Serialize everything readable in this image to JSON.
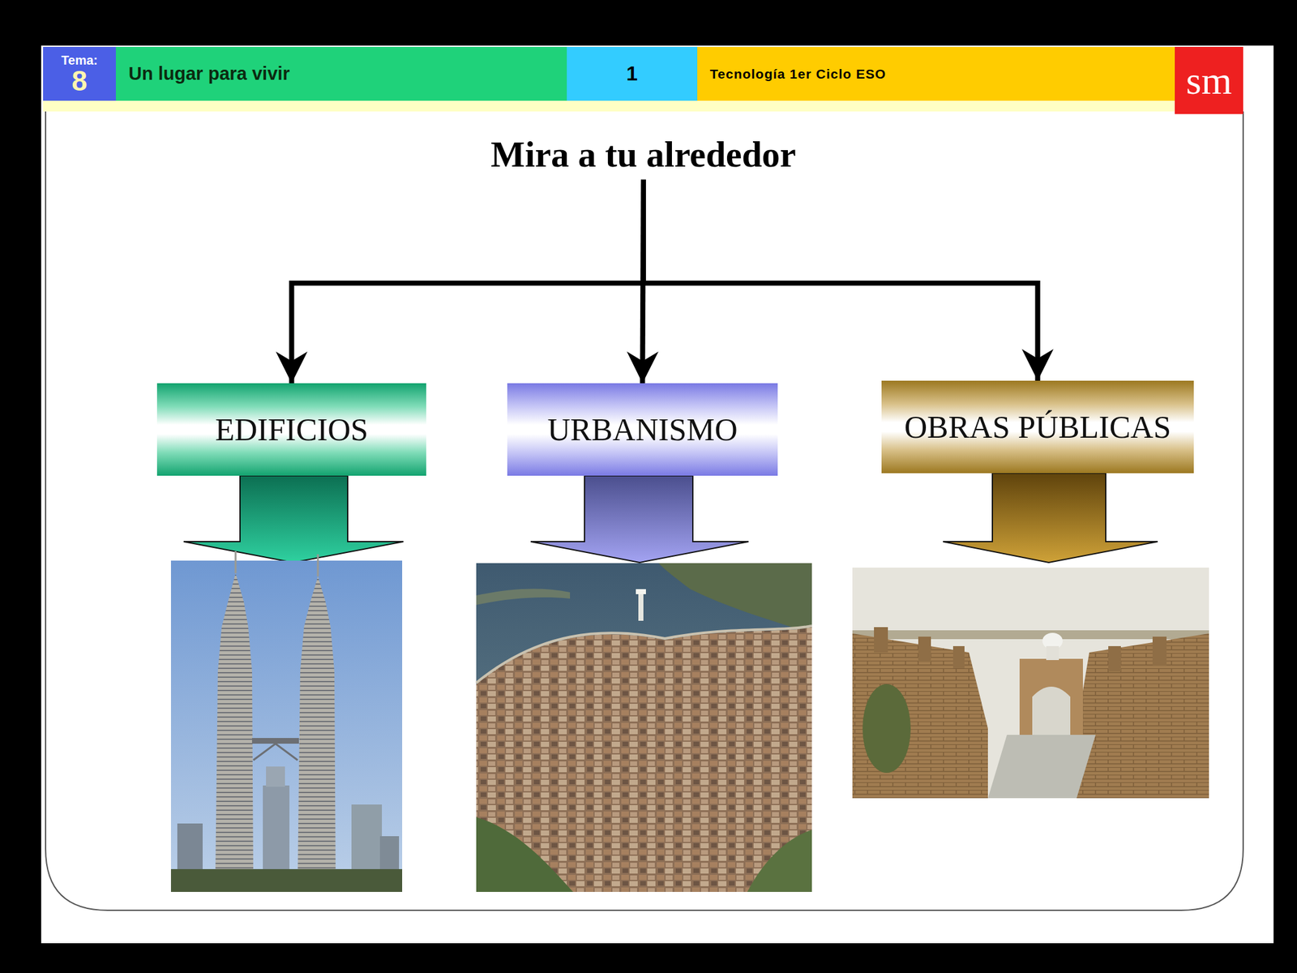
{
  "diagram": {
    "nodes": [
      {
        "text": [
          "Tema:",
          "8"
        ]
      },
      {
        "text": [
          "Un lugar para vivir"
        ]
      },
      {
        "text": [
          "1"
        ]
      },
      {
        "text": [
          "Tecnología 1er Ciclo ESO"
        ]
      },
      {
        "text": [
          "sm"
        ]
      },
      {
        "text": [
          "Mira a tu alrededor"
        ]
      },
      {
        "text": [
          "EDIFICIOS"
        ]
      },
      {
        "text": [
          "URBANISMO"
        ]
      },
      {
        "text": [
          "OBRAS PÚBLICAS"
        ]
      }
    ],
    "edges": [
      {
        "from": 5,
        "to": 6,
        "arrow": "to"
      },
      {
        "from": 5,
        "to": 7,
        "arrow": "to"
      },
      {
        "from": 5,
        "to": 8,
        "arrow": "to"
      }
    ]
  }
}
